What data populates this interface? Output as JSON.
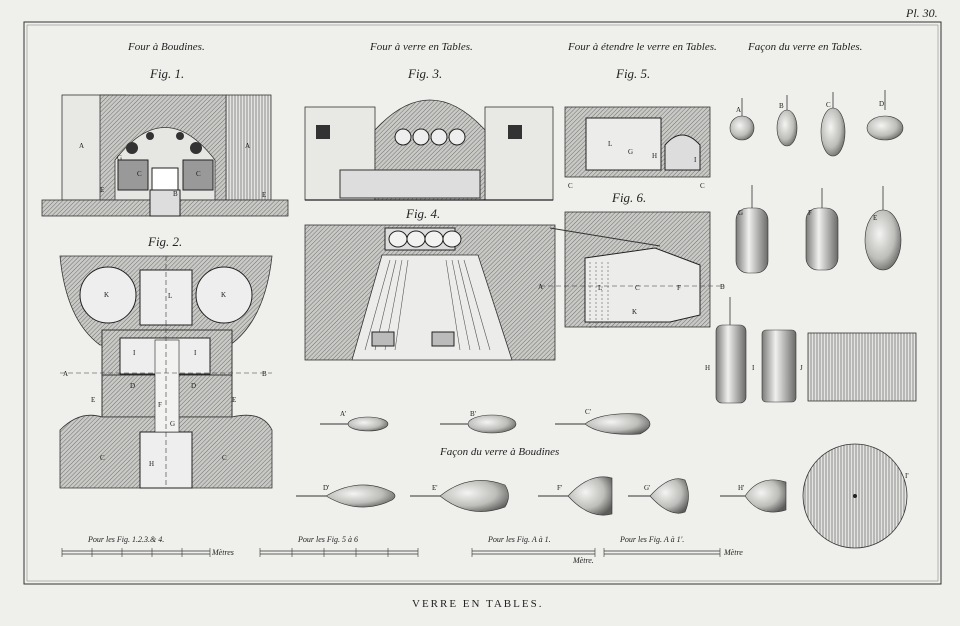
{
  "plate_number": "Pl. 30.",
  "plate_title": "VERRE EN TABLES.",
  "sections": {
    "boudines": "Four à Boudines.",
    "four_tables": "Four à verre en Tables.",
    "etendre": "Four à étendre le verre en Tables.",
    "facon_tables": "Façon du verre en Tables.",
    "facon_boudines": "Façon du verre à Boudines"
  },
  "figures": {
    "fig1": "Fig. 1.",
    "fig2": "Fig. 2.",
    "fig3": "Fig. 3.",
    "fig4": "Fig. 4.",
    "fig5": "Fig. 5.",
    "fig6": "Fig. 6."
  },
  "scales": {
    "s1": "Pour les Fig. 1.2.3.& 4.",
    "s2": "Pour les Fig. 5 à 6",
    "s3": "Pour les Fig. A à 1.",
    "s4": "Pour les Fig. A à 1'.",
    "unit1": "Mètres",
    "unit2": "Mètre",
    "unit3": "Mètre."
  },
  "colors": {
    "paper": "#efefec",
    "ink": "#222222",
    "hatch": "#8a8a8a"
  }
}
